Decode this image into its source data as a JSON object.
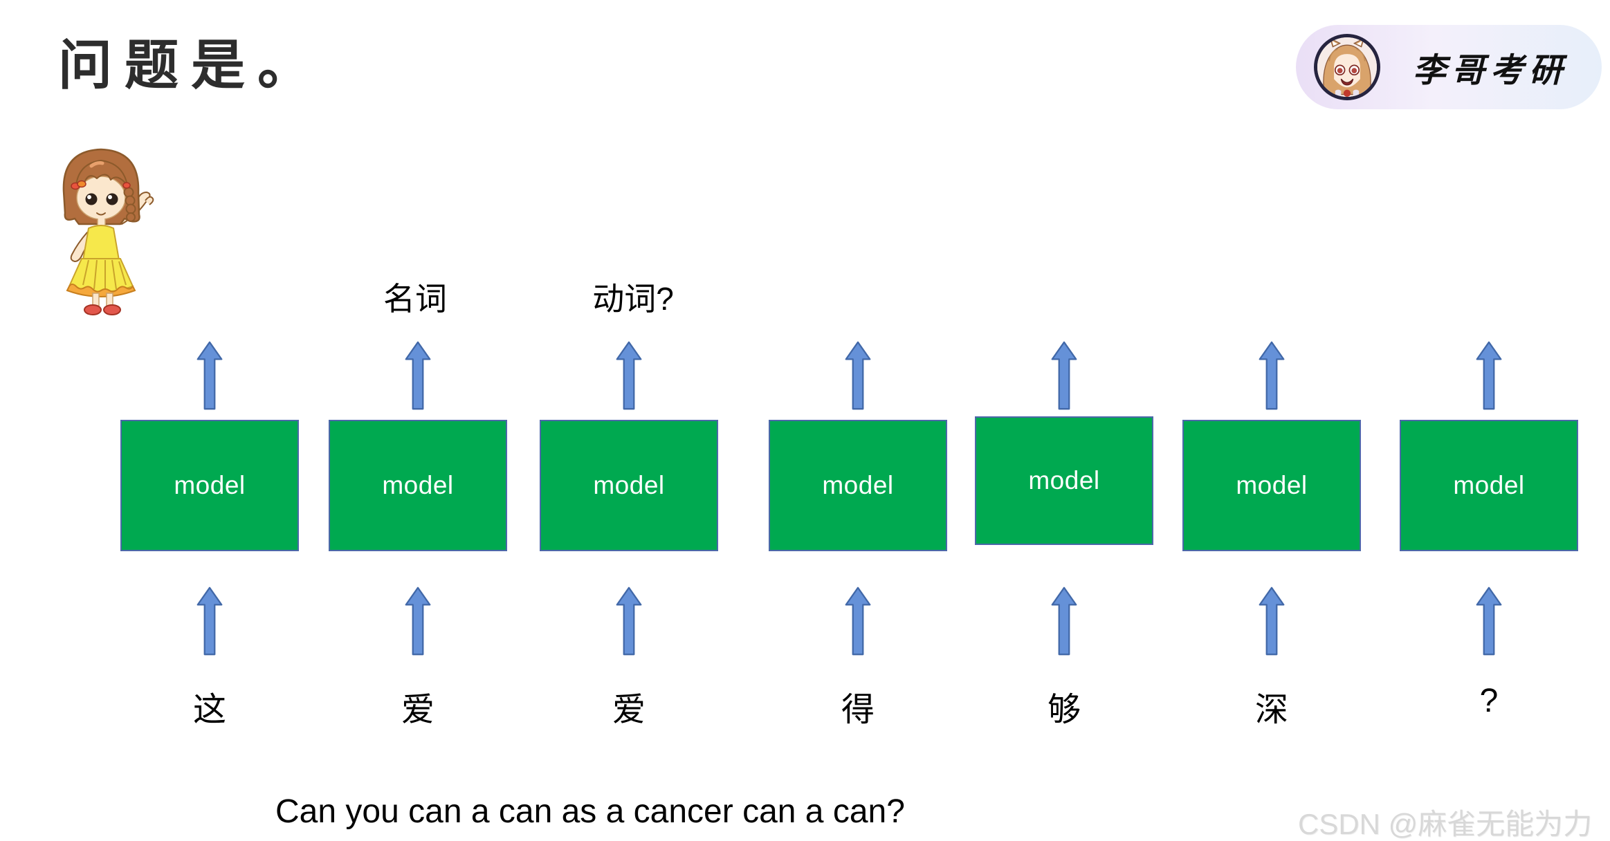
{
  "page": {
    "title": "问题是。"
  },
  "badge": {
    "label": "李哥考研",
    "avatar_icon": "anime-girl-avatar",
    "background_left": "#eadff6",
    "background_right": "#e7effa"
  },
  "illustration": {
    "name": "cartoon-girl-waving"
  },
  "annotations": {
    "noun_label": "名词",
    "verb_label": "动词?"
  },
  "diagram": {
    "box_label": "model",
    "columns": [
      {
        "token": "这"
      },
      {
        "token": "爱"
      },
      {
        "token": "爱"
      },
      {
        "token": "得"
      },
      {
        "token": "够"
      },
      {
        "token": "深"
      },
      {
        "token": "?"
      }
    ],
    "colors": {
      "box_fill": "#00a950",
      "box_border": "#4c68a9",
      "arrow_fill": "#6591d8",
      "arrow_border": "#4168a8"
    }
  },
  "caption": {
    "text": "Can you can a can as a cancer can a can?"
  },
  "watermark": {
    "text": "CSDN @麻雀无能为力"
  }
}
